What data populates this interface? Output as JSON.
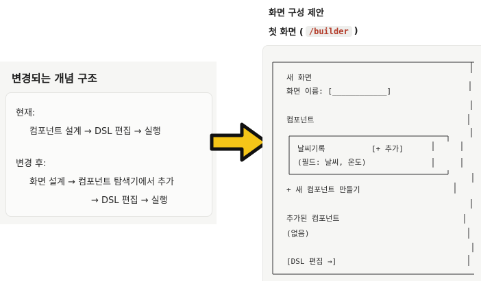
{
  "left": {
    "title": "변경되는 개념 구조",
    "current_label": "현재:",
    "current_flow": "컴포넌트 설계 → DSL 편집 → 실행",
    "after_label": "변경 후:",
    "after_flow_1": "화면 설계 → 컴포넌트 탐색기에서 추가",
    "after_flow_2": "→ DSL 편집 → 실행"
  },
  "right": {
    "heading": "화면 구성 제안",
    "sub_prefix": "첫 화면 (",
    "route": "/builder",
    "sub_suffix": ")"
  },
  "wireframe": {
    "new_screen": "새 화면",
    "screen_name": "화면 이름: [____________]",
    "components": "컴포넌트",
    "weather_title": "날씨기록",
    "add_button": "[+ 추가]",
    "fields": "(필드: 날씨, 온도)",
    "new_component": "+ 새 컴포넌트 만들기",
    "added_components": "추가된 컴포넌트",
    "none": "(없음)",
    "dsl_edit": "[DSL 편집 →]"
  },
  "colors": {
    "arrow_fill": "#f5c518",
    "arrow_stroke": "#111111",
    "route_text": "#b43d2b"
  },
  "icons": {
    "big_arrow": "right-arrow-icon"
  }
}
